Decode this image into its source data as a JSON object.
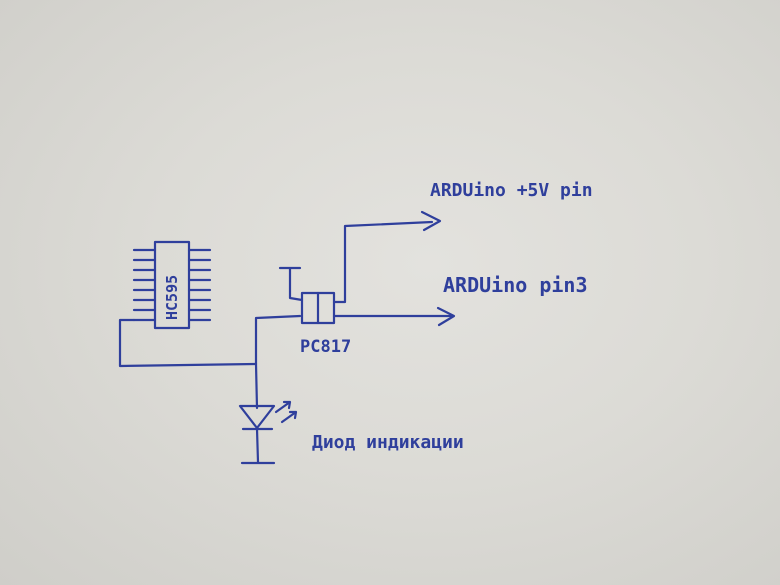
{
  "diagram": {
    "labels": {
      "arduino_5v": "ARDUino +5V pin",
      "arduino_pin3": "ARDUino pin3",
      "optocoupler": "PC817",
      "ic": "HC595",
      "led": "Диод индикации"
    },
    "ink_color": "#2f3f9c",
    "paper_color": "#dcdbd6"
  }
}
